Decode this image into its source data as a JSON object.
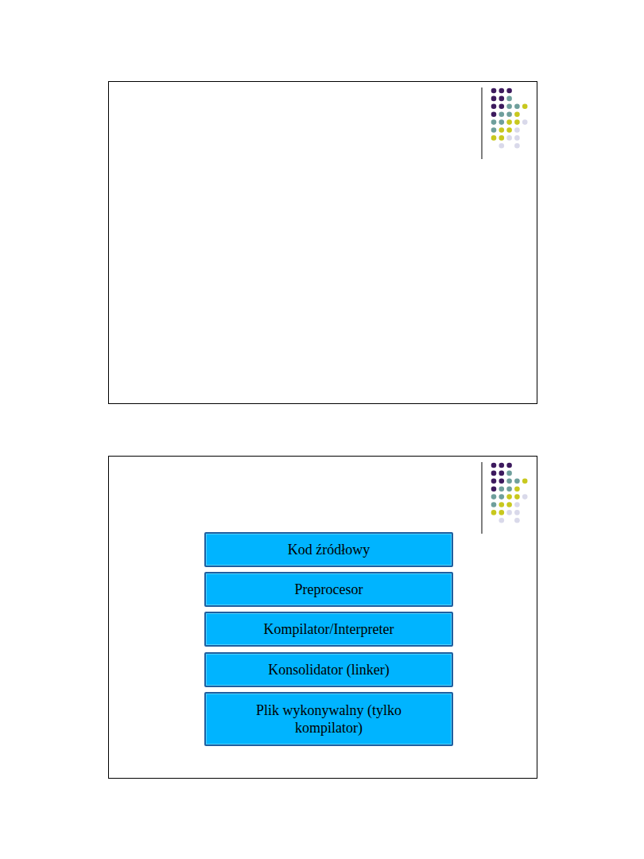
{
  "diagram": {
    "nodes": [
      {
        "text": [
          "Kod źródłowy"
        ]
      },
      {
        "text": [
          "Preprocesor"
        ]
      },
      {
        "text": [
          "Kompilator/Interpreter"
        ]
      },
      {
        "text": [
          "Konsolidator (linker)"
        ]
      },
      {
        "text": [
          "Plik wykonywalny (tylko kompilator)"
        ]
      }
    ]
  }
}
